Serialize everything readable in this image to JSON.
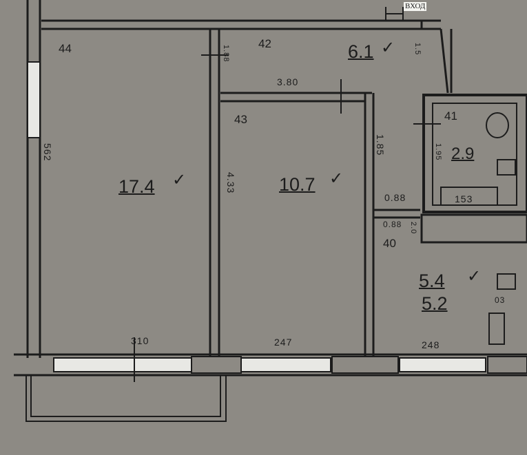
{
  "entrance_label": "ВХОД",
  "rooms": {
    "r44": "44",
    "r42": "42",
    "r43": "43",
    "r41": "41",
    "r40": "40"
  },
  "areas": {
    "living_large": "17.4",
    "living_middle": "10.7",
    "hall": "6.1",
    "bathroom": "2.9",
    "kitchen": "5.4",
    "kitchen_alt": "5.2"
  },
  "dimensions": {
    "d562": "562",
    "d310": "310",
    "d247": "247",
    "d248": "248",
    "d380": "3.80",
    "d433": "4.33",
    "d185": "1.85",
    "d188": "1.88",
    "d088a": "0.88",
    "d088b": "0.88",
    "d153": "153",
    "d195": "1.95",
    "d03": "03",
    "d15": "1.5",
    "d20": "2.0"
  },
  "check_mark": "✓",
  "colors": {
    "paper": "#8d8a84",
    "ink": "#1c1c1c",
    "window": "#e8e8e4"
  }
}
